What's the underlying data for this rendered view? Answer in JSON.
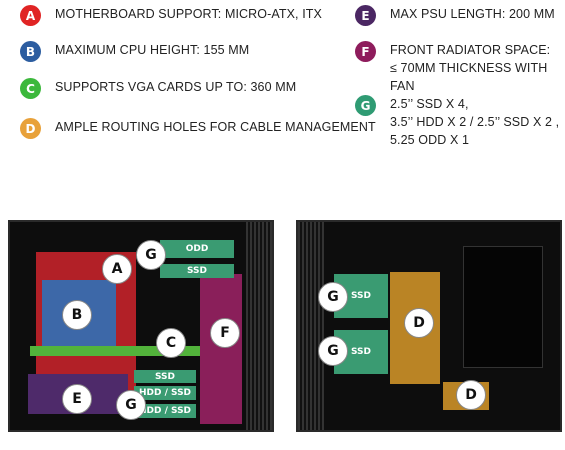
{
  "legend": [
    {
      "letter": "A",
      "color": "#e02424",
      "text": "MOTHERBOARD SUPPORT:  MICRO-ATX, ITX"
    },
    {
      "letter": "B",
      "color": "#2c5da0",
      "text": "MAXIMUM CPU HEIGHT: 155 MM"
    },
    {
      "letter": "C",
      "color": "#3cb83c",
      "text": "SUPPORTS VGA CARDS UP TO: 360 MM"
    },
    {
      "letter": "D",
      "color": "#e8a13a",
      "text": "AMPLE ROUTING HOLES FOR CABLE MANAGEMENT"
    },
    {
      "letter": "E",
      "color": "#4b2763",
      "text": "MAX PSU LENGTH: 200 MM"
    },
    {
      "letter": "F",
      "color": "#8e1c5c",
      "text": "FRONT RADIATOR SPACE:\n≤ 70MM THICKNESS WITH FAN"
    },
    {
      "letter": "G",
      "color": "#2f9b73",
      "text": "2.5’’ SSD X 4,\n3.5’’ HDD X 2 / 2.5’’ SSD X 2 ,\n5.25 ODD X 1"
    }
  ],
  "left_case": {
    "markers": [
      "A",
      "B",
      "C",
      "F",
      "G",
      "E",
      "G"
    ],
    "slots": [
      "ODD",
      "SSD",
      "SSD",
      "HDD / SSD",
      "HDD / SSD"
    ]
  },
  "right_case": {
    "markers": [
      "G",
      "G",
      "D",
      "D"
    ],
    "slots": [
      "SSD",
      "SSD"
    ]
  }
}
